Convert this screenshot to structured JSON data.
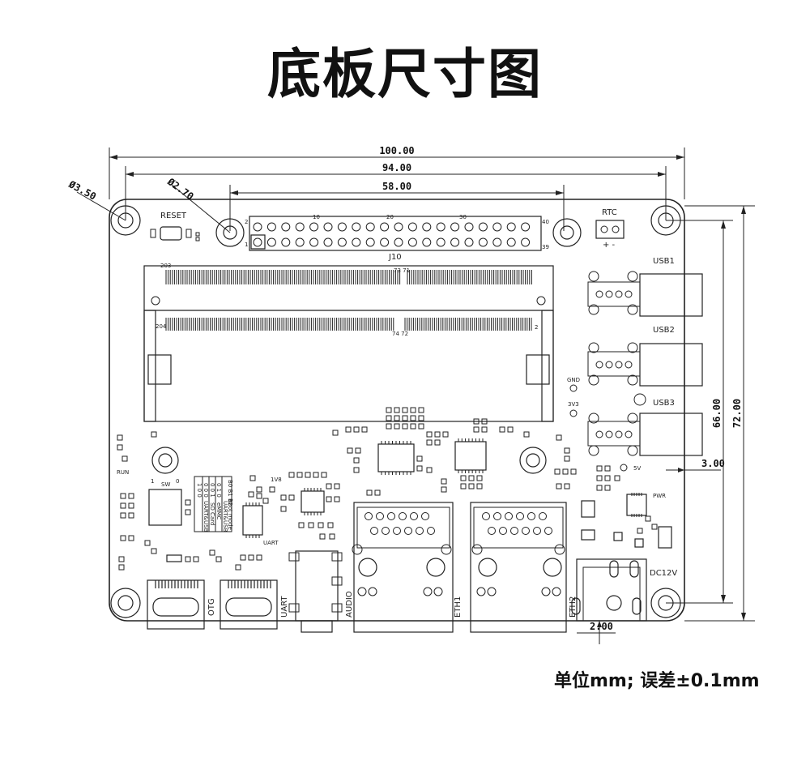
{
  "title": "底板尺寸图",
  "footnote": "单位mm; 误差±0.1mm",
  "dimensions": {
    "width_total": "100.00",
    "hole_span_x": "94.00",
    "header_span": "58.00",
    "height_total": "72.00",
    "hole_span_y": "66.00",
    "edge_offset_right": "3.00",
    "edge_offset_bottom": "2.00",
    "hole_dia_corner": "Ø3.50",
    "hole_dia_header": "Ø2.70"
  },
  "labels": {
    "reset": "RESET",
    "rtc": "RTC",
    "rtc_pol": "+ -",
    "j10": "J10",
    "pin_2": "2",
    "pin_1": "1",
    "pin_10": "10",
    "pin_20": "20",
    "pin_30": "30",
    "pin_40": "40",
    "pin_39": "39",
    "so_203": "203",
    "so_204": "204",
    "so_2": "2",
    "so_73_71": "73 71",
    "so_74_72": "74 72",
    "usb1": "USB1",
    "usb2": "USB2",
    "usb3": "USB3",
    "gnd": "GND",
    "v3v3": "3V3",
    "v5": "5V",
    "v1v8": "1V8",
    "run": "RUN",
    "pwr": "PWR",
    "dc12v": "DC12V",
    "otg": "OTG",
    "uart": "UART",
    "uart2": "UART",
    "audio": "AUDIO",
    "eth1": "ETH1",
    "eth2": "ETH2",
    "sw_1": "1",
    "sw_0": "0",
    "sw_mark": "SW",
    "boot_table": [
      "B0 B1 B2",
      "0 0 0",
      "0 0 1",
      "0 1 0",
      "1 0 0"
    ],
    "boot_col_b": [
      "boot mode",
      "UART&USB",
      "eMMC",
      "SD Card",
      "UART&USB"
    ]
  }
}
